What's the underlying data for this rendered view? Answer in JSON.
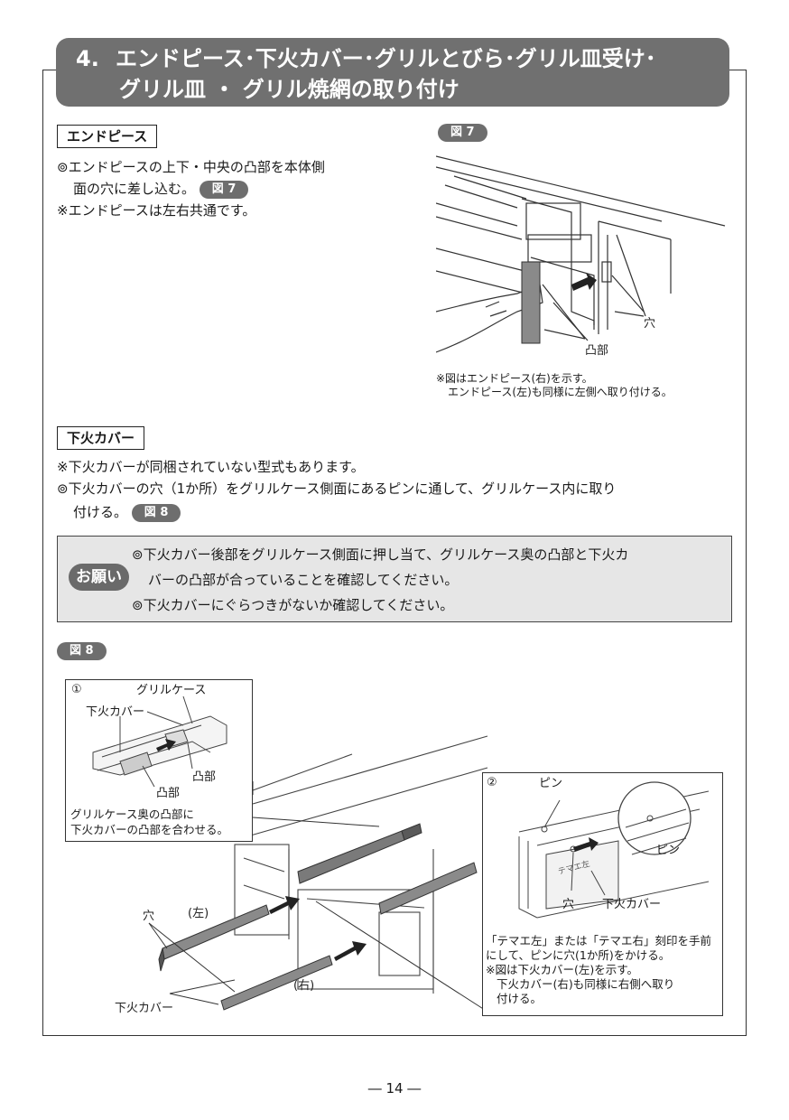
{
  "title": {
    "number": "4.",
    "line1": "エンドピース･下火カバー･グリルとびら･グリル皿受け･",
    "line2": "グリル皿 ・ グリル焼網の取り付け"
  },
  "endpiece": {
    "label": "エンドピース",
    "bullet1_a": "⊚エンドピースの上下・中央の凸部を本体側",
    "bullet1_b": "面の穴に差し込む。",
    "fig_ref": "図 7",
    "note": "※エンドピースは左右共通です。"
  },
  "fig7": {
    "label": "図 7",
    "callout_hole": "穴",
    "callout_convex": "凸部",
    "caption1": "※図はエンドピース(右)を示す。",
    "caption2": "エンドピース(左)も同様に左側へ取り付ける。"
  },
  "lower_cover": {
    "label": "下火カバー",
    "note": "※下火カバーが同梱されていない型式もあります。",
    "bullet_a": "⊚下火カバーの穴（1か所）をグリルケース側面にあるピンに通して、グリルケース内に取り",
    "bullet_b": "付ける。",
    "fig_ref": "図 8"
  },
  "notice": {
    "badge": "お願い",
    "item1_a": "⊚下火カバー後部をグリルケース側面に押し当て、グリルケース奥の凸部と下火カ",
    "item1_b": "バーの凸部が合っていることを確認してください。",
    "item2": "⊚下火カバーにぐらつきがないか確認してください。"
  },
  "fig8": {
    "label": "図 8",
    "inset1": {
      "num": "①",
      "grill_case": "グリルケース",
      "lower_cover": "下火カバー",
      "convex1": "凸部",
      "convex2": "凸部",
      "caption1": "グリルケース奥の凸部に",
      "caption2": "下火カバーの凸部を合わせる。"
    },
    "inset2": {
      "num": "②",
      "pin": "ピン",
      "pin_zoom": "ピン",
      "hole": "穴",
      "lower_cover": "下火カバー",
      "stamp": "テマエ左",
      "caption1": "「テマエ左」または「テマエ右」刻印を手前",
      "caption2": "にして、ピンに穴(1か所)をかける。",
      "caption3": "※図は下火カバー(左)を示す。",
      "caption4": "下火カバー(右)も同様に右側へ取り",
      "caption5": "付ける。"
    },
    "main": {
      "hole": "穴",
      "left": "(左)",
      "right": "(右)",
      "lower_cover": "下火カバー"
    }
  },
  "page": "― 14 ―"
}
